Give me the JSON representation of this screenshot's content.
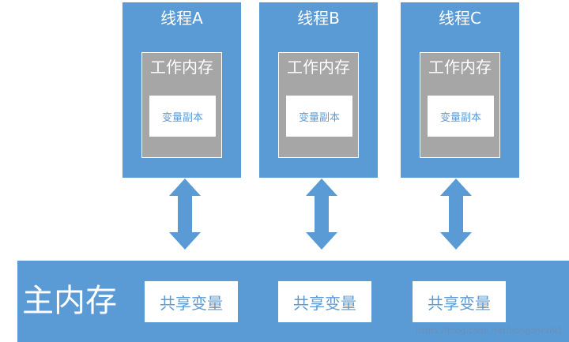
{
  "threads": [
    {
      "title": "线程A",
      "work_memory": "工作内存",
      "var_copy": "变量副本"
    },
    {
      "title": "线程B",
      "work_memory": "工作内存",
      "var_copy": "变量副本"
    },
    {
      "title": "线程C",
      "work_memory": "工作内存",
      "var_copy": "变量副本"
    }
  ],
  "main_memory": {
    "title": "主内存",
    "shared_vars": [
      "共享变量",
      "共享变量",
      "共享变量"
    ]
  },
  "watermark": "https://blog.csdn.net/bongzhen91",
  "colors": {
    "blue": "#5b9bd5",
    "gray": "#a6a6a6",
    "white": "#ffffff"
  }
}
